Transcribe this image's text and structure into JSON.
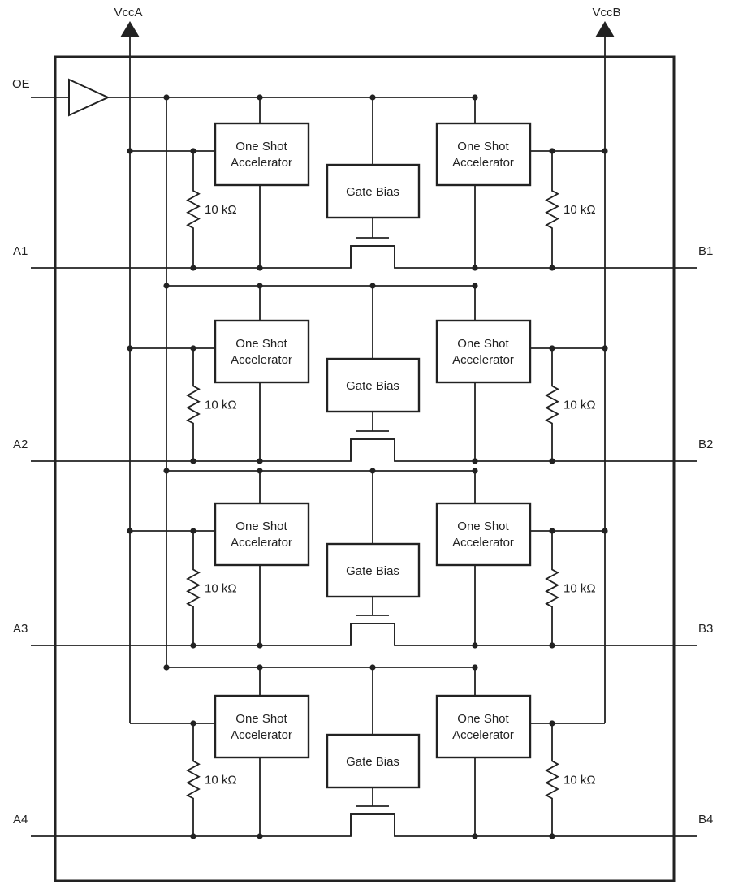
{
  "diagram": {
    "rail_a_label": "VccA",
    "rail_b_label": "VccB",
    "enable_label": "OE",
    "one_shot_box_lines": [
      "One Shot",
      "Accelerator"
    ],
    "gate_bias_label": "Gate Bias",
    "resistor_label": "10 kΩ",
    "channels": [
      {
        "input_label": "A1",
        "output_label": "B1"
      },
      {
        "input_label": "A2",
        "output_label": "B2"
      },
      {
        "input_label": "A3",
        "output_label": "B3"
      },
      {
        "input_label": "A4",
        "output_label": "B4"
      }
    ],
    "colors": {
      "line": "#222222",
      "background": "#ffffff"
    }
  }
}
